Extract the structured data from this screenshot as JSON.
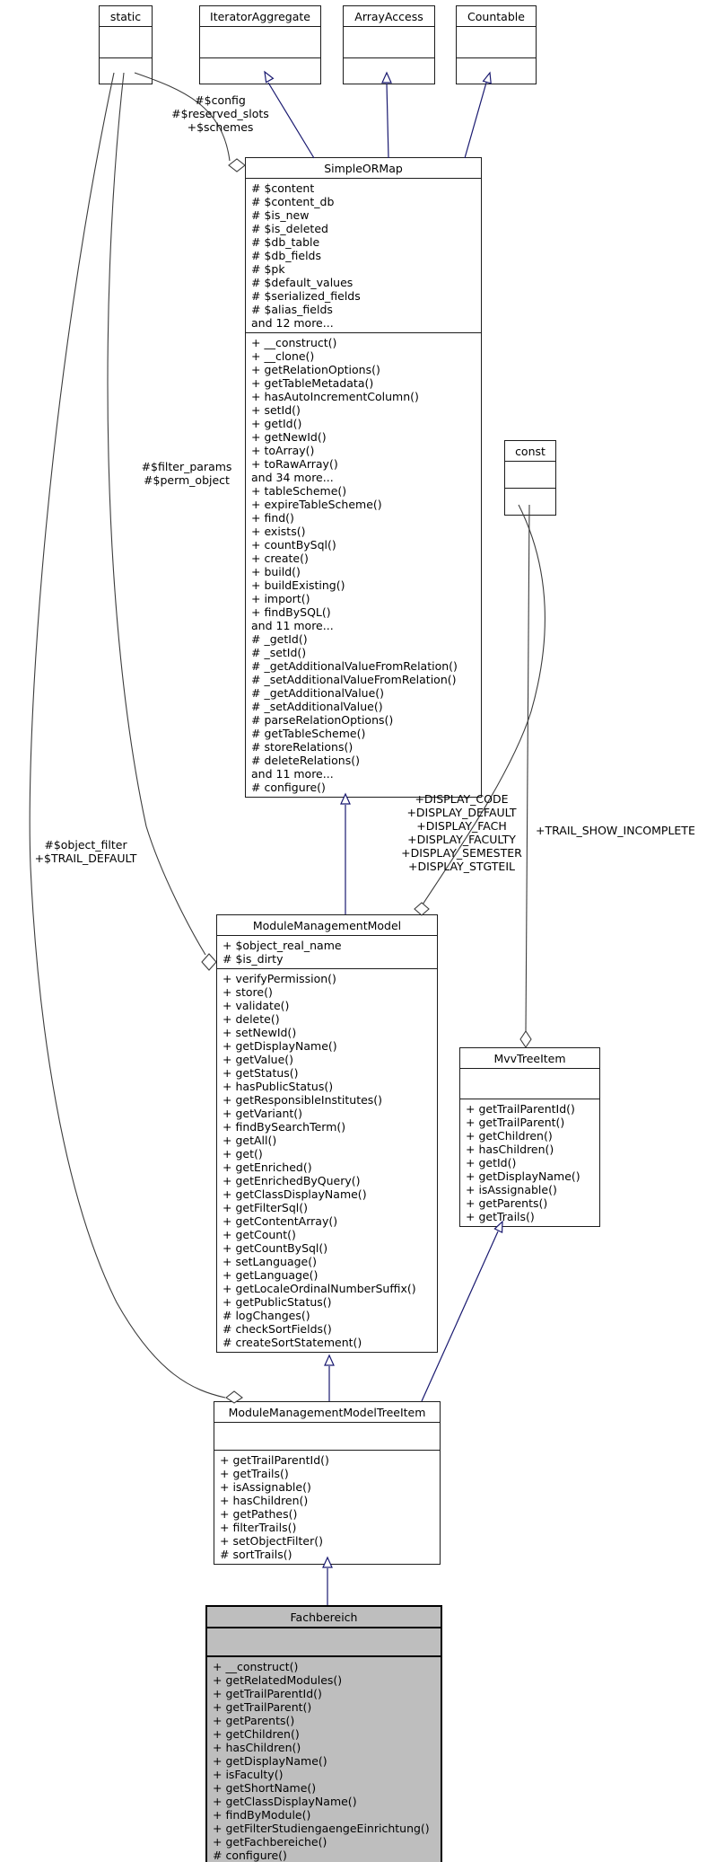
{
  "diagram": {
    "title": "Fachbereich class collaboration diagram",
    "colors": {
      "inheritance_edge": "#191970",
      "aggregation_edge": "#3c3c3c",
      "class_fill": "#ffffff",
      "highlighted_class_fill": "#bebebe",
      "border": "#1c1c1c"
    },
    "classes": {
      "static": {
        "title": "static",
        "attributes": [],
        "methods": []
      },
      "iteratoraggregate": {
        "title": "IteratorAggregate",
        "attributes": [],
        "methods": []
      },
      "arrayaccess": {
        "title": "ArrayAccess",
        "attributes": [],
        "methods": []
      },
      "countable": {
        "title": "Countable",
        "attributes": [],
        "methods": []
      },
      "simpleormap": {
        "title": "SimpleORMap",
        "attributes": [
          "# $content",
          "# $content_db",
          "# $is_new",
          "# $is_deleted",
          "# $db_table",
          "# $db_fields",
          "# $pk",
          "# $default_values",
          "# $serialized_fields",
          "# $alias_fields",
          "and 12 more..."
        ],
        "methods": [
          "+ __construct()",
          "+ __clone()",
          "+ getRelationOptions()",
          "+ getTableMetadata()",
          "+ hasAutoIncrementColumn()",
          "+ setId()",
          "+ getId()",
          "+ getNewId()",
          "+ toArray()",
          "+ toRawArray()",
          "and 34 more...",
          "+ tableScheme()",
          "+ expireTableScheme()",
          "+ find()",
          "+ exists()",
          "+ countBySql()",
          "+ create()",
          "+ build()",
          "+ buildExisting()",
          "+ import()",
          "+ findBySQL()",
          "and 11 more...",
          "# _getId()",
          "# _setId()",
          "# _getAdditionalValueFromRelation()",
          "# _setAdditionalValueFromRelation()",
          "# _getAdditionalValue()",
          "# _setAdditionalValue()",
          "# parseRelationOptions()",
          "# getTableScheme()",
          "# storeRelations()",
          "# deleteRelations()",
          "and 11 more...",
          "# configure()"
        ]
      },
      "const": {
        "title": "const",
        "attributes": [],
        "methods": []
      },
      "modulemanagementmodel": {
        "title": "ModuleManagementModel",
        "attributes": [
          "+ $object_real_name",
          "# $is_dirty"
        ],
        "methods": [
          "+ verifyPermission()",
          "+ store()",
          "+ validate()",
          "+ delete()",
          "+ setNewId()",
          "+ getDisplayName()",
          "+ getValue()",
          "+ getStatus()",
          "+ hasPublicStatus()",
          "+ getResponsibleInstitutes()",
          "+ getVariant()",
          "+ findBySearchTerm()",
          "+ getAll()",
          "+ get()",
          "+ getEnriched()",
          "+ getEnrichedByQuery()",
          "+ getClassDisplayName()",
          "+ getFilterSql()",
          "+ getContentArray()",
          "+ getCount()",
          "+ getCountBySql()",
          "+ setLanguage()",
          "+ getLanguage()",
          "+ getLocaleOrdinalNumberSuffix()",
          "+ getPublicStatus()",
          "# logChanges()",
          "# checkSortFields()",
          "# createSortStatement()"
        ]
      },
      "mvvtreeitem": {
        "title": "MvvTreeItem",
        "attributes": [],
        "methods": [
          "+ getTrailParentId()",
          "+ getTrailParent()",
          "+ getChildren()",
          "+ hasChildren()",
          "+ getId()",
          "+ getDisplayName()",
          "+ isAssignable()",
          "+ getParents()",
          "+ getTrails()"
        ]
      },
      "modulemanagementmodeltreeitem": {
        "title": "ModuleManagementModelTreeItem",
        "attributes": [],
        "methods": [
          "+ getTrailParentId()",
          "+ getTrails()",
          "+ isAssignable()",
          "+ hasChildren()",
          "+ getPathes()",
          "+ filterTrails()",
          "+ setObjectFilter()",
          "# sortTrails()"
        ]
      },
      "fachbereich": {
        "title": "Fachbereich",
        "attributes": [],
        "methods": [
          "+ __construct()",
          "+ getRelatedModules()",
          "+ getTrailParentId()",
          "+ getTrailParent()",
          "+ getParents()",
          "+ getChildren()",
          "+ hasChildren()",
          "+ getDisplayName()",
          "+ isFaculty()",
          "+ getShortName()",
          "+ getClassDisplayName()",
          "+ findByModule()",
          "+ getFilterStudiengaengeEinrichtung()",
          "+ getFachbereiche()",
          "# configure()"
        ]
      }
    },
    "edge_labels": {
      "static_to_simpleormap": [
        "#$config",
        "#$reserved_slots",
        "+$schemes"
      ],
      "static_to_modulemanagementmodel": [
        "#$filter_params",
        "#$perm_object"
      ],
      "static_to_treeitem": [
        "#$object_filter",
        "+$TRAIL_DEFAULT"
      ],
      "const_to_modulemanagementmodel": [
        "+DISPLAY_CODE",
        "+DISPLAY_DEFAULT",
        "+DISPLAY_FACH",
        "+DISPLAY_FACULTY",
        "+DISPLAY_SEMESTER",
        "+DISPLAY_STGTEIL"
      ],
      "const_to_mvvtreeitem": [
        "+TRAIL_SHOW_INCOMPLETE"
      ]
    },
    "edges": [
      {
        "from": "SimpleORMap",
        "to": "IteratorAggregate",
        "kind": "inheritance"
      },
      {
        "from": "SimpleORMap",
        "to": "ArrayAccess",
        "kind": "inheritance"
      },
      {
        "from": "SimpleORMap",
        "to": "Countable",
        "kind": "inheritance"
      },
      {
        "from": "ModuleManagementModel",
        "to": "SimpleORMap",
        "kind": "inheritance"
      },
      {
        "from": "ModuleManagementModelTreeItem",
        "to": "ModuleManagementModel",
        "kind": "inheritance"
      },
      {
        "from": "ModuleManagementModelTreeItem",
        "to": "MvvTreeItem",
        "kind": "inheritance"
      },
      {
        "from": "Fachbereich",
        "to": "ModuleManagementModelTreeItem",
        "kind": "inheritance"
      },
      {
        "from": "static",
        "to": "SimpleORMap",
        "kind": "aggregation",
        "label": "#$config #$reserved_slots +$schemes"
      },
      {
        "from": "static",
        "to": "ModuleManagementModel",
        "kind": "aggregation",
        "label": "#$filter_params #$perm_object"
      },
      {
        "from": "static",
        "to": "ModuleManagementModelTreeItem",
        "kind": "aggregation",
        "label": "#$object_filter +$TRAIL_DEFAULT"
      },
      {
        "from": "const",
        "to": "ModuleManagementModel",
        "kind": "aggregation",
        "label": "+DISPLAY_CODE +DISPLAY_DEFAULT +DISPLAY_FACH +DISPLAY_FACULTY +DISPLAY_SEMESTER +DISPLAY_STGTEIL"
      },
      {
        "from": "const",
        "to": "MvvTreeItem",
        "kind": "aggregation",
        "label": "+TRAIL_SHOW_INCOMPLETE"
      }
    ]
  }
}
